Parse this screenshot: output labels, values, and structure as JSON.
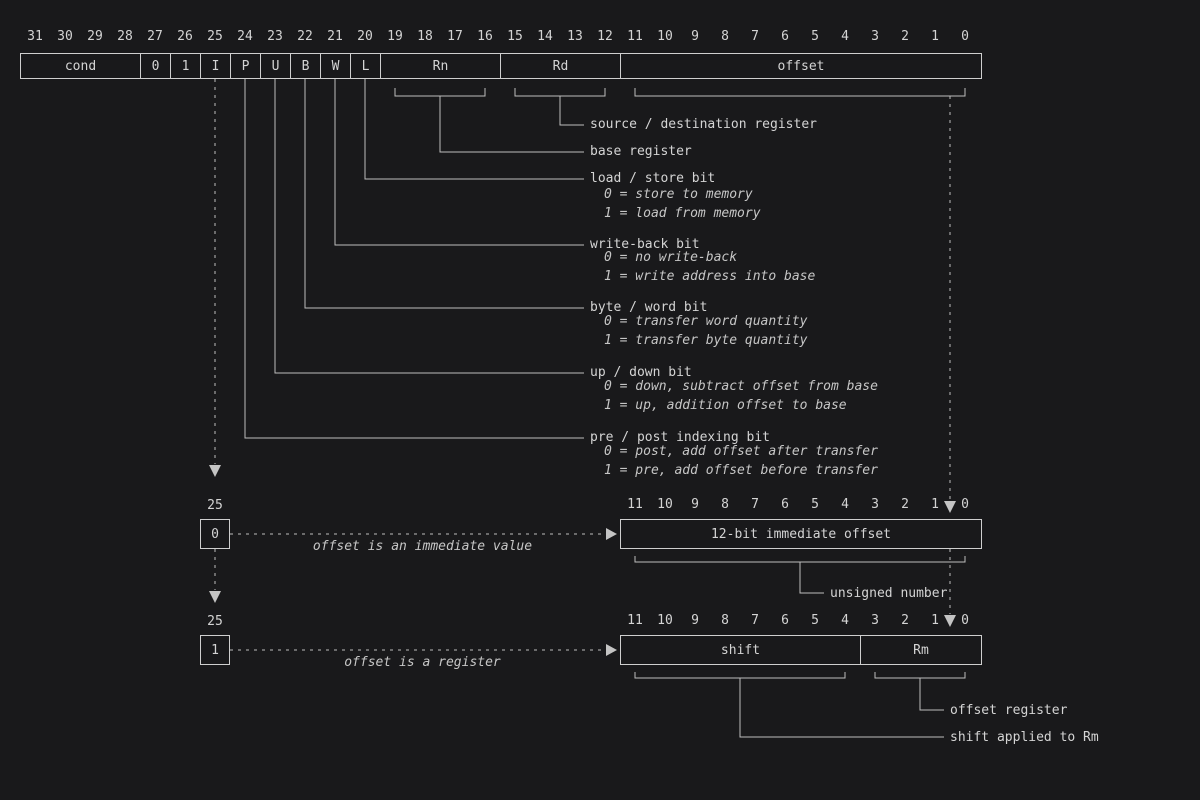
{
  "colors": {
    "background": "#19191b",
    "foreground": "#d4d4d4",
    "line": "#bdbdbd"
  },
  "main_register": {
    "ruler": [
      "31",
      "30",
      "29",
      "28",
      "27",
      "26",
      "25",
      "24",
      "23",
      "22",
      "21",
      "20",
      "19",
      "18",
      "17",
      "16",
      "15",
      "14",
      "13",
      "12",
      "11",
      "10",
      "9",
      "8",
      "7",
      "6",
      "5",
      "4",
      "3",
      "2",
      "1",
      "0"
    ],
    "fields": [
      {
        "label": "cond"
      },
      {
        "label": "0"
      },
      {
        "label": "1"
      },
      {
        "label": "I"
      },
      {
        "label": "P"
      },
      {
        "label": "U"
      },
      {
        "label": "B"
      },
      {
        "label": "W"
      },
      {
        "label": "L"
      },
      {
        "label": "Rn"
      },
      {
        "label": "Rd"
      },
      {
        "label": "offset"
      }
    ]
  },
  "annotations": {
    "rd": "source / destination register",
    "rn": "base register",
    "load_store": {
      "title": "load / store bit",
      "zero": "0 = store to memory",
      "one": "1 = load from memory"
    },
    "write_back": {
      "title": "write-back bit",
      "zero": "0 = no write-back",
      "one": "1 = write address into base"
    },
    "byte_word": {
      "title": "byte / word bit",
      "zero": "0 = transfer word quantity",
      "one": "1 = transfer byte quantity"
    },
    "up_down": {
      "title": "up / down bit",
      "zero": "0 = down, subtract offset from base",
      "one": "1 = up, addition offset to base"
    },
    "pre_post": {
      "title": "pre / post indexing bit",
      "zero": "0 = post, add offset after transfer",
      "one": "1 = pre, add offset before transfer"
    }
  },
  "offset_ruler": [
    "11",
    "10",
    "9",
    "8",
    "7",
    "6",
    "5",
    "4",
    "3",
    "2",
    "1",
    "0"
  ],
  "immediate_case": {
    "bit_number": "25",
    "bit_value": "0",
    "caption": "offset is an immediate value",
    "field": "12-bit immediate offset",
    "brace_label": "unsigned number"
  },
  "register_case": {
    "bit_number": "25",
    "bit_value": "1",
    "caption": "offset is a register",
    "shift_field": "shift",
    "rm_field": "Rm",
    "rm_brace_label": "offset register",
    "shift_brace_label": "shift applied to Rm"
  }
}
